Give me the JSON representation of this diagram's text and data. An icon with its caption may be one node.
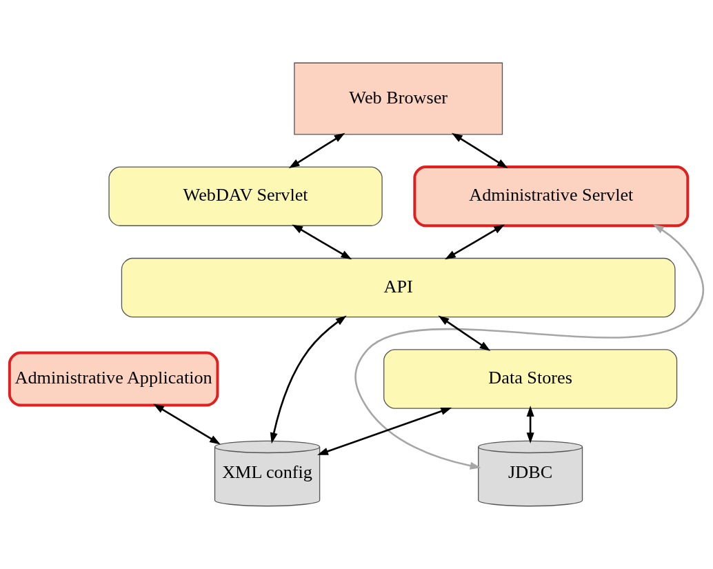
{
  "diagram": {
    "nodes": [
      {
        "text": [
          "Web Browser"
        ]
      },
      {
        "text": [
          "WebDAV Servlet"
        ]
      },
      {
        "text": [
          "Administrative Servlet"
        ]
      },
      {
        "text": [
          "API"
        ]
      },
      {
        "text": [
          "Administrative Application"
        ]
      },
      {
        "text": [
          "Data Stores"
        ]
      },
      {
        "text": [
          "XML config"
        ]
      },
      {
        "text": [
          "JDBC"
        ]
      }
    ],
    "edges": [
      {
        "from": 0,
        "to": 1,
        "arrow": "both"
      },
      {
        "from": 0,
        "to": 2,
        "arrow": "both"
      },
      {
        "from": 1,
        "to": 3,
        "arrow": "both"
      },
      {
        "from": 2,
        "to": 3,
        "arrow": "both"
      },
      {
        "from": 3,
        "to": 6,
        "arrow": "both"
      },
      {
        "from": 3,
        "to": 5,
        "arrow": "both"
      },
      {
        "from": 4,
        "to": 6,
        "arrow": "both"
      },
      {
        "from": 5,
        "to": 6,
        "arrow": "both"
      },
      {
        "from": 5,
        "to": 7,
        "arrow": "both"
      },
      {
        "from": 2,
        "to": 7,
        "arrow": "both",
        "color": "#a6a6a6"
      }
    ]
  }
}
